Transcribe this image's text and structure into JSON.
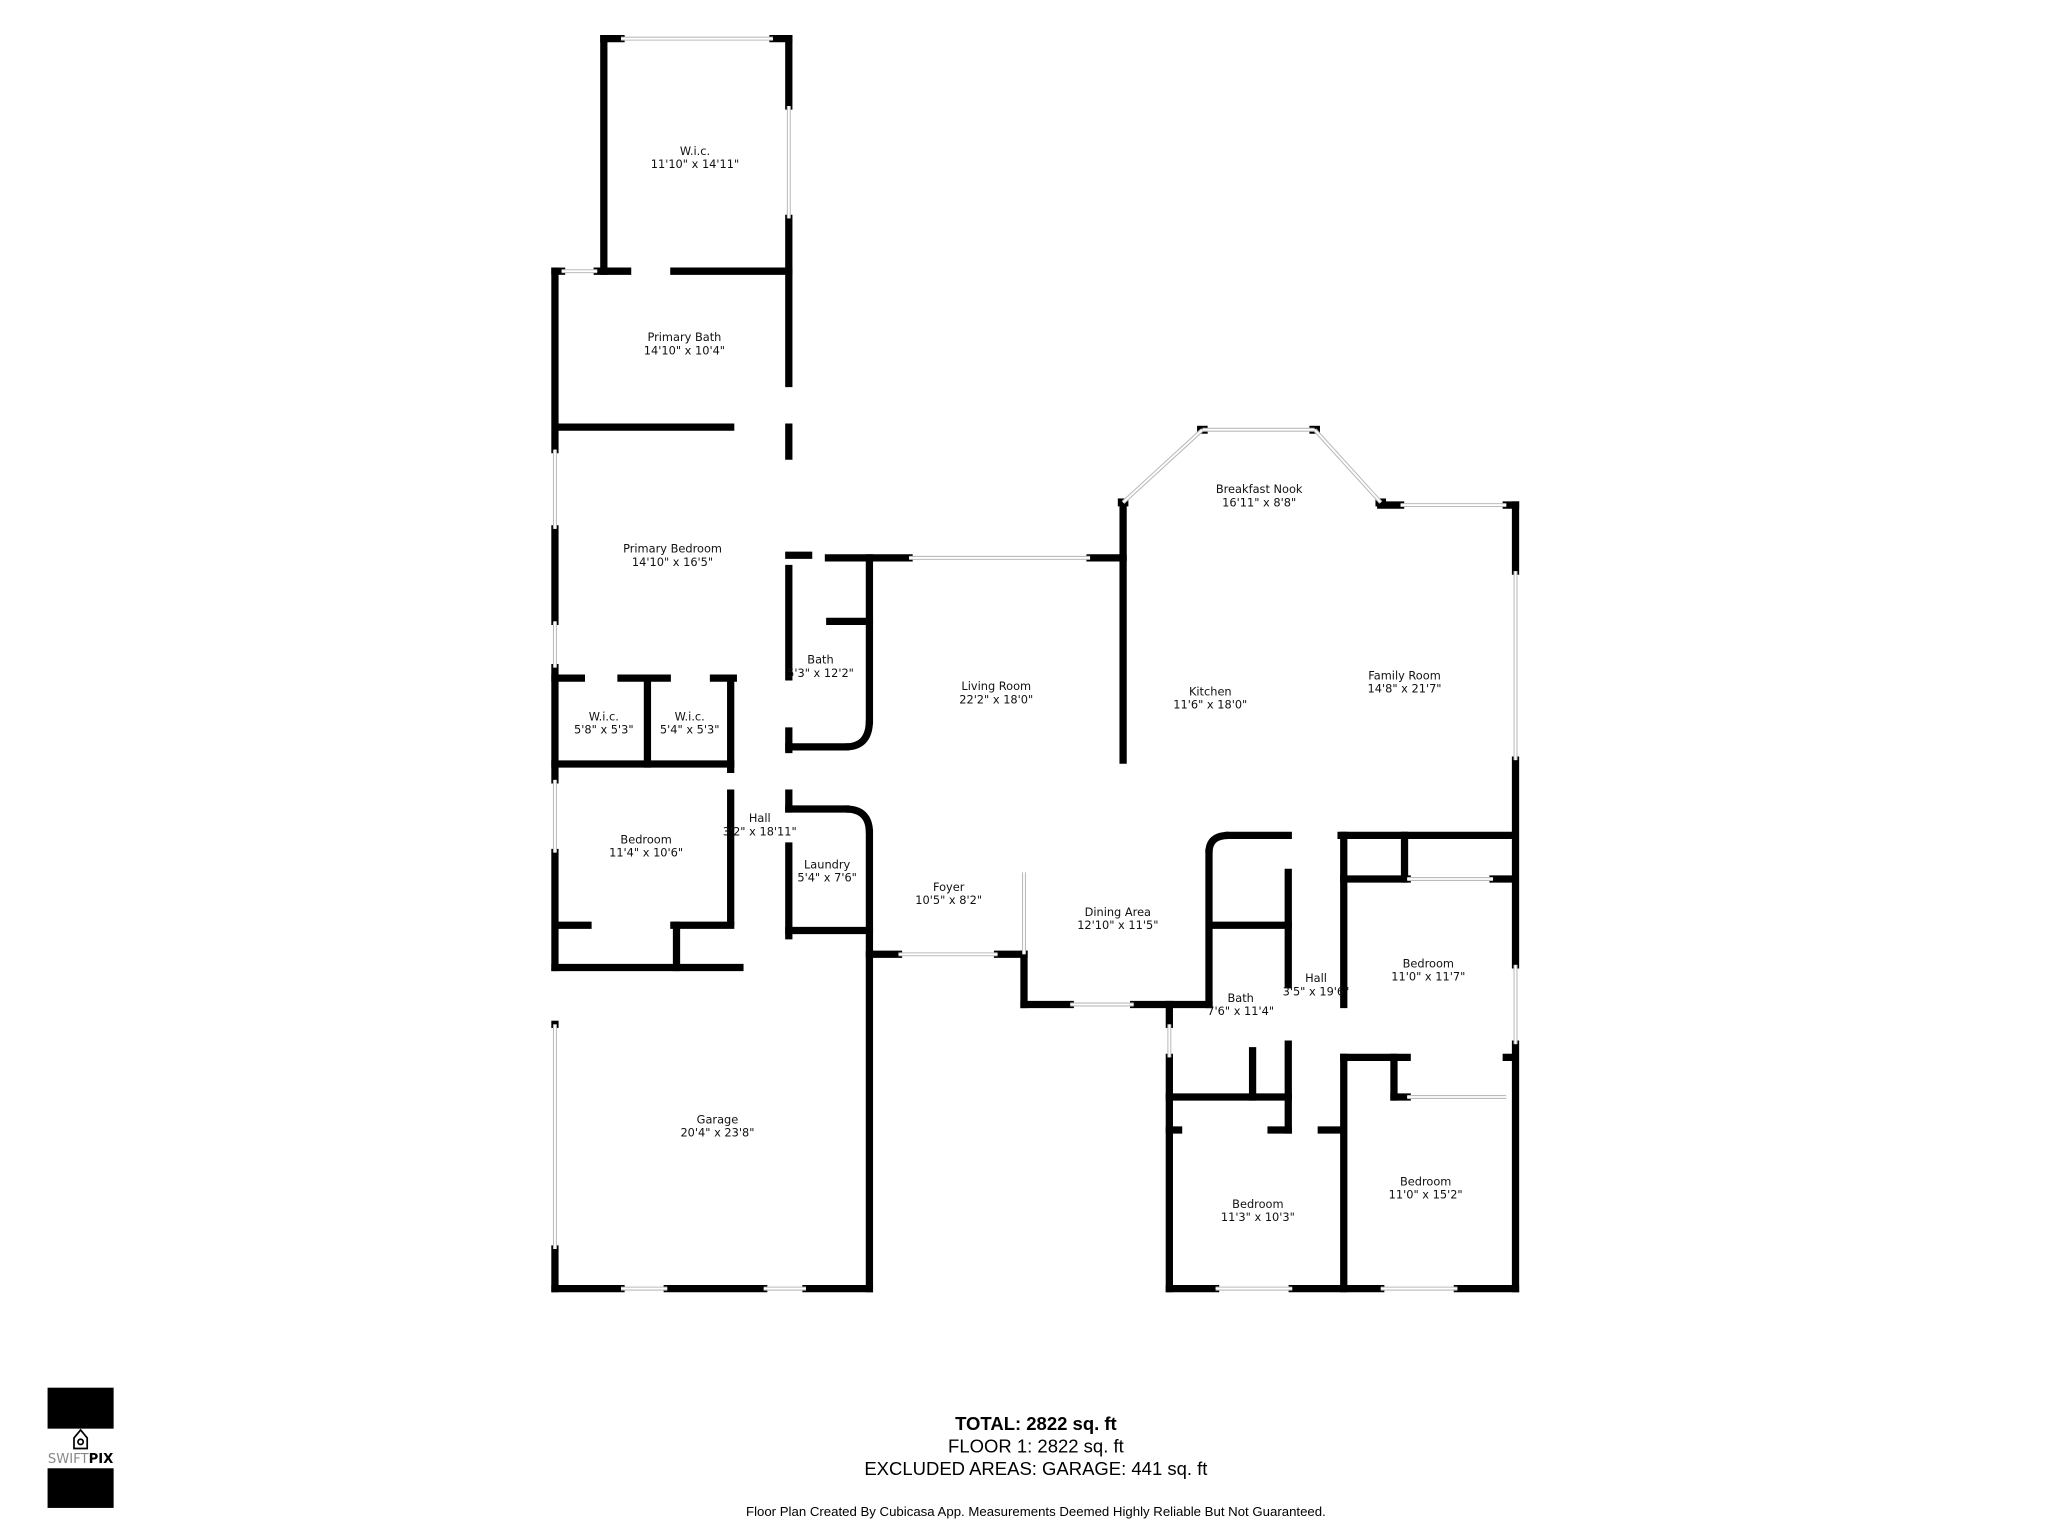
{
  "rooms": [
    {
      "name": "W.i.c.",
      "dims": "11'10\" x 14'11\""
    },
    {
      "name": "Primary Bath",
      "dims": "14'10\" x 10'4\""
    },
    {
      "name": "Primary Bedroom",
      "dims": "14'10\" x 16'5\""
    },
    {
      "name": "Bath",
      "dims": "5'3\" x 12'2\""
    },
    {
      "name": "W.i.c.",
      "dims": "5'8\" x 5'3\""
    },
    {
      "name": "W.i.c.",
      "dims": "5'4\" x 5'3\""
    },
    {
      "name": "Hall",
      "dims": "3'2\" x 18'11\""
    },
    {
      "name": "Bedroom",
      "dims": "11'4\" x 10'6\""
    },
    {
      "name": "Laundry",
      "dims": "5'4\" x 7'6\""
    },
    {
      "name": "Living Room",
      "dims": "22'2\" x 18'0\""
    },
    {
      "name": "Foyer",
      "dims": "10'5\" x 8'2\""
    },
    {
      "name": "Breakfast Nook",
      "dims": "16'11\" x 8'8\""
    },
    {
      "name": "Kitchen",
      "dims": "11'6\" x 18'0\""
    },
    {
      "name": "Family Room",
      "dims": "14'8\" x 21'7\""
    },
    {
      "name": "Dining Area",
      "dims": "12'10\" x 11'5\""
    },
    {
      "name": "Bath",
      "dims": "7'6\" x 11'4\""
    },
    {
      "name": "Hall",
      "dims": "3'5\" x 19'6\""
    },
    {
      "name": "Bedroom",
      "dims": "11'0\" x 11'7\""
    },
    {
      "name": "Garage",
      "dims": "20'4\" x 23'8\""
    },
    {
      "name": "Bedroom",
      "dims": "11'3\" x 10'3\""
    },
    {
      "name": "Bedroom",
      "dims": "11'0\" x 15'2\""
    }
  ],
  "summary": {
    "total": "TOTAL: 2822 sq. ft",
    "floor1": "FLOOR 1: 2822 sq. ft",
    "excluded": "EXCLUDED AREAS: GARAGE: 441 sq. ft",
    "disclaimer": "Floor Plan Created By Cubicasa App. Measurements Deemed Highly Reliable But Not Guaranteed."
  },
  "logo": {
    "text_light": "SWIFT",
    "text_bold": "PIX",
    "icon": "house-camera-icon"
  },
  "colors": {
    "wall": "#000000",
    "window": "#bbbbbb",
    "background": "#ffffff"
  }
}
